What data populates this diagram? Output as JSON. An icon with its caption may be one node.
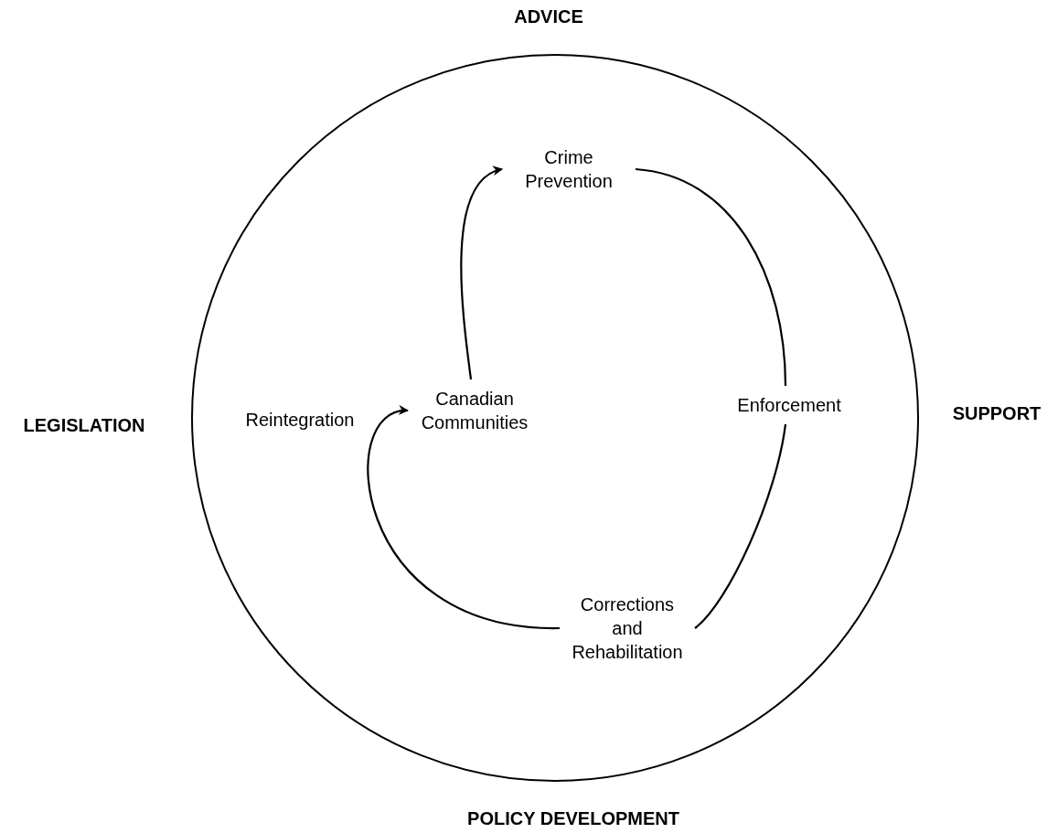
{
  "diagram": {
    "nodes": [
      {
        "text": [],
        "shape": "circle"
      },
      {
        "text": [
          "Crime Prevention"
        ],
        "in": 0
      },
      {
        "text": [
          "Enforcement"
        ],
        "in": 0
      },
      {
        "text": [
          "Corrections and Rehabilitation"
        ],
        "in": 0
      },
      {
        "text": [
          "Canadian Communities"
        ],
        "in": 0
      }
    ],
    "edges": [
      {
        "from": 4,
        "to": 1,
        "arrow": "to"
      },
      {
        "from": 1,
        "to": 2,
        "arrow": "none"
      },
      {
        "from": 2,
        "to": 3,
        "arrow": "none"
      },
      {
        "from": 3,
        "to": 4,
        "arrow": "to",
        "label": "Reintegration"
      }
    ],
    "labels": [
      "ADVICE",
      "LEGISLATION",
      "SUPPORT",
      "POLICY DEVELOPMENT"
    ]
  }
}
